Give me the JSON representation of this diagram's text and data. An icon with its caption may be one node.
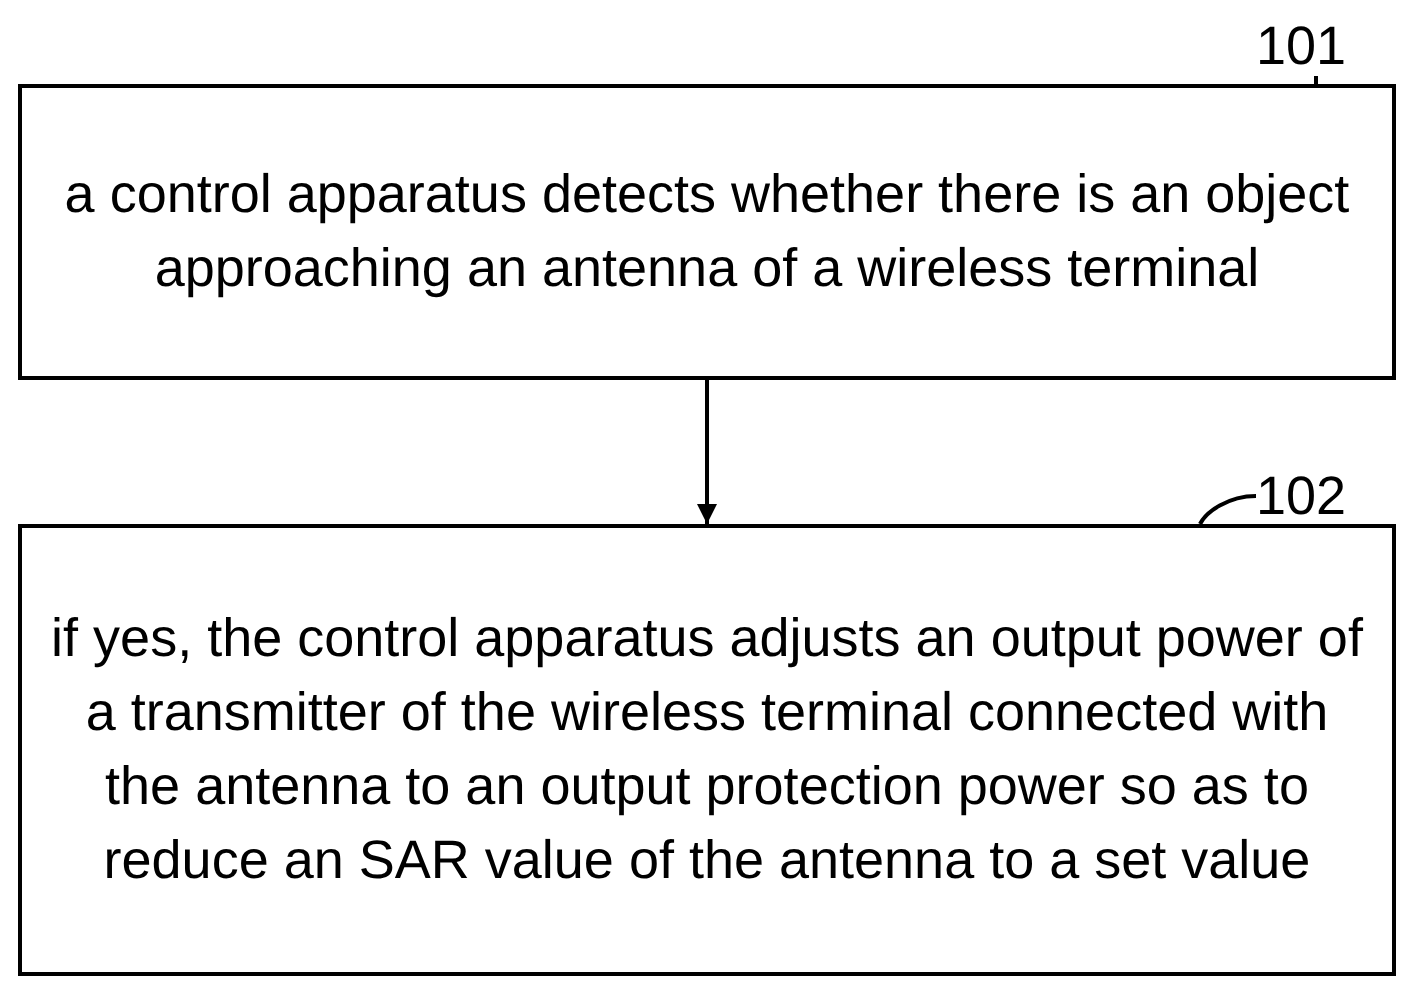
{
  "diagram": {
    "nodes": [
      {
        "text": [
          "101"
        ]
      },
      {
        "text": [
          "a control apparatus detects whether there is an object approaching an antenna of a wireless terminal"
        ]
      },
      {
        "text": [
          "102"
        ]
      },
      {
        "text": [
          "if yes, the control apparatus adjusts an output power of a transmitter of the wireless terminal connected with the antenna to an output protection power so as to reduce an SAR value of the antenna to a set value"
        ]
      }
    ],
    "edges": [
      {
        "from": 0,
        "to": 1,
        "arrow": "none"
      },
      {
        "from": 1,
        "to": 3,
        "arrow": "to"
      },
      {
        "from": 2,
        "to": 3,
        "arrow": "none"
      }
    ]
  }
}
